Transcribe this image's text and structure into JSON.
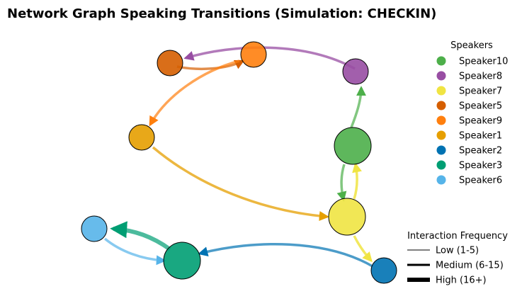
{
  "title": "Network Graph Speaking Transitions (Simulation: CHECKIN)",
  "speakers_legend": {
    "title": "Speakers",
    "items": [
      {
        "name": "Speaker10",
        "color": "#4daf4a"
      },
      {
        "name": "Speaker8",
        "color": "#984ea3"
      },
      {
        "name": "Speaker7",
        "color": "#f0e442"
      },
      {
        "name": "Speaker5",
        "color": "#d55e00"
      },
      {
        "name": "Speaker9",
        "color": "#ff7f0e"
      },
      {
        "name": "Speaker1",
        "color": "#e69f00"
      },
      {
        "name": "Speaker2",
        "color": "#0072b2"
      },
      {
        "name": "Speaker3",
        "color": "#009e73"
      },
      {
        "name": "Speaker6",
        "color": "#56b4e9"
      }
    ]
  },
  "frequency_legend": {
    "title": "Interaction Frequency",
    "items": [
      {
        "label": "Low (1-5)",
        "level": "low"
      },
      {
        "label": "Medium (6-15)",
        "level": "medium"
      },
      {
        "label": "High (16+)",
        "level": "high"
      }
    ]
  }
}
